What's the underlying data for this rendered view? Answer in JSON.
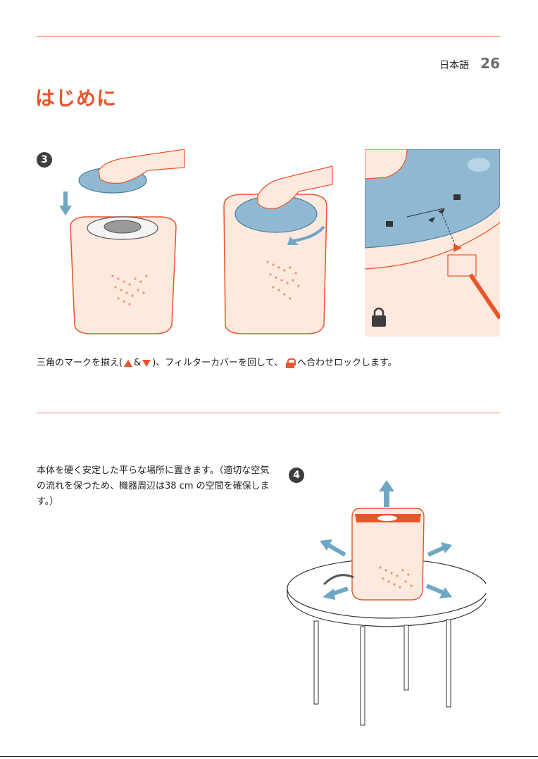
{
  "header": {
    "language": "日本語",
    "page_number": "26"
  },
  "title": "はじめに",
  "step3": {
    "badge": "3",
    "text_before": "三角のマークを揃え(",
    "text_amp": "&",
    "text_after": ")、フィルターカバーを回して、",
    "text_end": "へ合わせロックします。"
  },
  "step4": {
    "badge": "4",
    "text": "本体を硬く安定した平らな場所に置きます。（適切な空気の流れを保つため、機器周辺は38 cm の空間を確保します。）"
  },
  "colors": {
    "accent": "#e8552a",
    "rule": "#f08a62",
    "arrow_blue": "#6fa6c4",
    "body_fill": "#fde9de"
  }
}
